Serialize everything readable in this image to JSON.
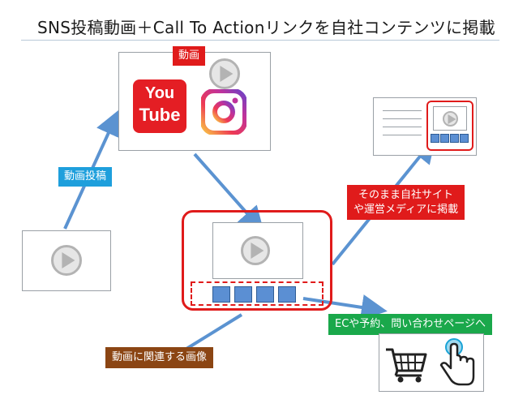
{
  "title": "SNS投稿動画＋Call To Actionリンクを自社コンテンツに掲載",
  "labels": {
    "video": "動画",
    "post_video": "動画投稿",
    "embed_line1": "そのまま自社サイト",
    "embed_line2": "や運営メディアに掲載",
    "related_images": "動画に関連する画像",
    "cta": "ECや予約、問い合わせページへ"
  },
  "logos": {
    "youtube_top": "You",
    "youtube_bottom": "Tube"
  },
  "colors": {
    "red": "#e01b1b",
    "blue_label": "#1e9fdc",
    "brown_label": "#8b4513",
    "green_label": "#1aa84b",
    "arrow": "#5b93d1",
    "thumb": "#5b8fd3"
  },
  "icons": [
    "play-icon",
    "youtube-logo",
    "instagram-logo",
    "shopping-cart-icon",
    "pointer-hand-icon"
  ]
}
